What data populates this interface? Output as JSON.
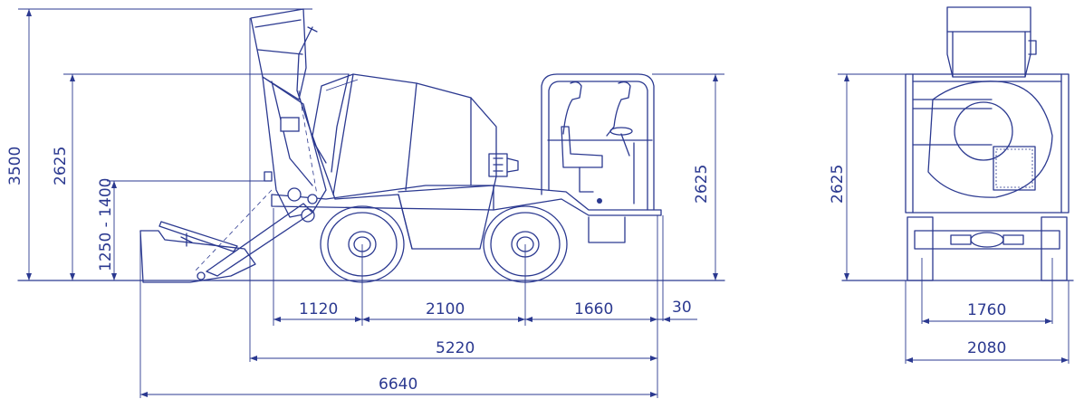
{
  "side_view": {
    "length_dims": [
      {
        "id": "dim-1120",
        "value": "1120"
      },
      {
        "id": "dim-2100",
        "value": "2100"
      },
      {
        "id": "dim-1660",
        "value": "1660"
      },
      {
        "id": "dim-30",
        "value": "30"
      },
      {
        "id": "dim-5220",
        "value": "5220"
      },
      {
        "id": "dim-6640",
        "value": "6640"
      }
    ],
    "height_dims": [
      {
        "id": "dim-3500",
        "value": "3500"
      },
      {
        "id": "dim-2625-left",
        "value": "2625"
      },
      {
        "id": "dim-1250-1400",
        "value": "1250 - 1400"
      },
      {
        "id": "dim-2625-right",
        "value": "2625"
      }
    ]
  },
  "front_view": {
    "height_dim": "2625",
    "track_dim": "1760",
    "width_dim": "2080"
  },
  "colors": {
    "line": "#2b3990",
    "background": "#ffffff"
  }
}
